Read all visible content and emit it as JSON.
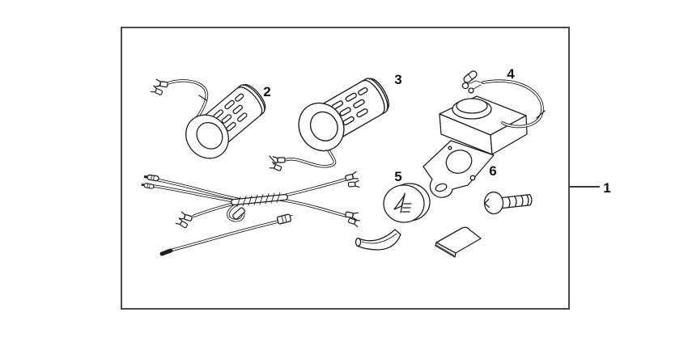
{
  "figure": {
    "callouts": {
      "c1": "1",
      "c2": "2",
      "c3": "3",
      "c4": "4",
      "c5": "5",
      "c6": "6"
    },
    "colors": {
      "background": "#ffffff",
      "line": "#1f1f1f",
      "frame_border": "#4a4a4a"
    }
  }
}
